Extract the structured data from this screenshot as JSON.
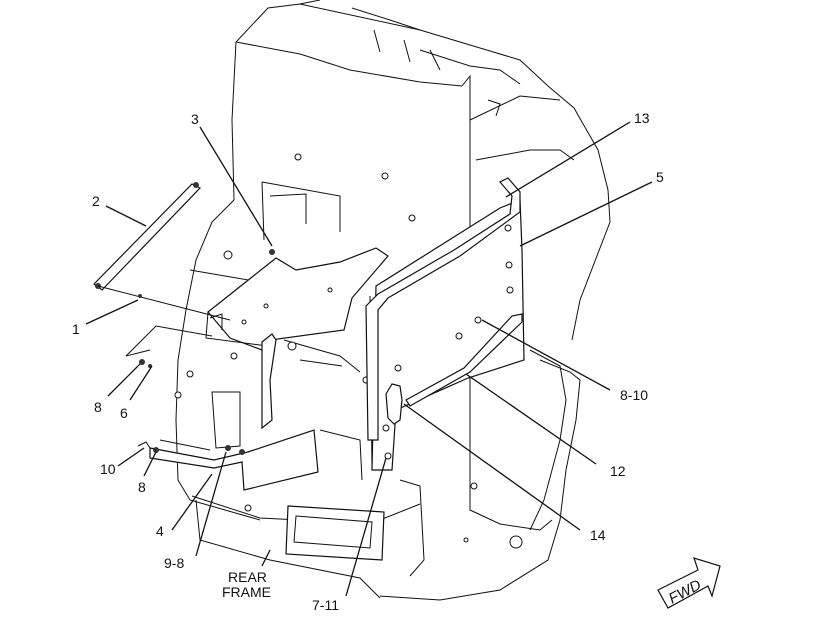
{
  "callouts": [
    {
      "id": "c2",
      "text": "2"
    },
    {
      "id": "c3",
      "text": "3"
    },
    {
      "id": "c13",
      "text": "13"
    },
    {
      "id": "c5",
      "text": "5"
    },
    {
      "id": "c1",
      "text": "1"
    },
    {
      "id": "c8a",
      "text": "8"
    },
    {
      "id": "c6",
      "text": "6"
    },
    {
      "id": "c10",
      "text": "10"
    },
    {
      "id": "c8b",
      "text": "8"
    },
    {
      "id": "c4",
      "text": "4"
    },
    {
      "id": "c98",
      "text": "9-8"
    },
    {
      "id": "c711",
      "text": "7-11"
    },
    {
      "id": "c810",
      "text": "8-10"
    },
    {
      "id": "c12",
      "text": "12"
    },
    {
      "id": "c14",
      "text": "14"
    }
  ],
  "rear_frame": {
    "line1": "REAR",
    "line2": "FRAME"
  },
  "fwd_label": "FWD"
}
